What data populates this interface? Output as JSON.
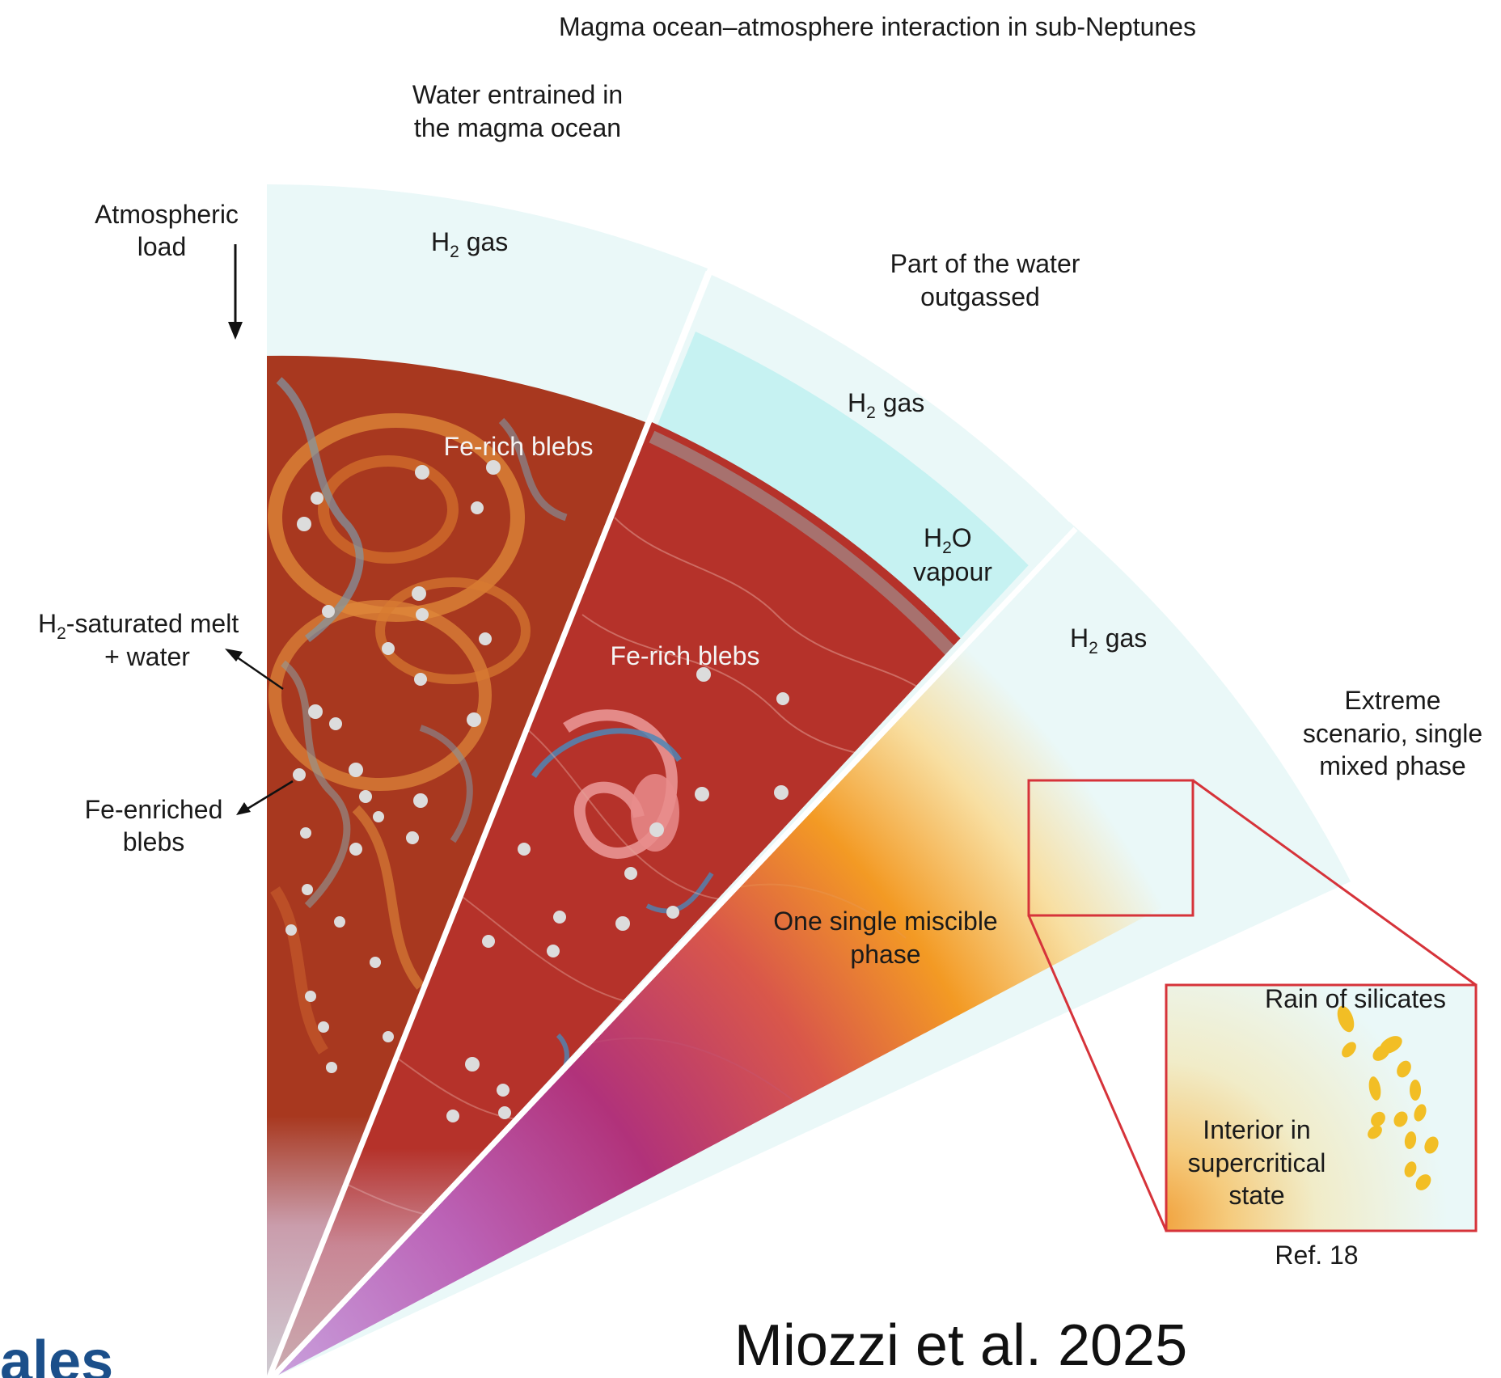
{
  "title": "Magma ocean–atmosphere interaction in sub-Neptunes",
  "labels": {
    "water_entrained_line1": "Water entrained in",
    "water_entrained_line2": "the magma ocean",
    "atmospheric_load_line1": "Atmospheric",
    "atmospheric_load_line2": "load",
    "h2_prefix": "H",
    "h2_sub": "2",
    "h2_gas_suffix": " gas",
    "h2o_prefix": "H",
    "h2o_sub": "2",
    "h2o_suffix": "O",
    "vapour": "vapour",
    "part_water_line1": "Part of the water",
    "part_water_line2": "outgassed",
    "fe_rich_blebs": "Fe-rich blebs",
    "h2_saturated_suffix": "-saturated melt",
    "plus_water": "+ water",
    "fe_enriched_line1": "Fe-enriched",
    "fe_enriched_line2": "blebs",
    "extreme_line1": "Extreme",
    "extreme_line2": "scenario, single",
    "extreme_line3": "mixed phase",
    "one_single_line1": "One single miscible",
    "one_single_line2": "phase",
    "rain_of_silicates": "Rain of silicates",
    "interior_line1": "Interior in",
    "interior_line2": "supercritical",
    "interior_line3": "state",
    "ref": "Ref. 18"
  },
  "citation": "Miozzi et al. 2025",
  "logo_fragment": "ales",
  "colors": {
    "gas": "#eaf8f8",
    "vapour": "#c6f2f2",
    "melt_left": "#a8381f",
    "melt_mid": "#b5322a",
    "blebs": "#dcdcdc",
    "zoom_box": "#d6333a",
    "silicate_rain": "#f2be25",
    "gradient_orange": "#f39a24",
    "gradient_magenta": "#b1327a",
    "gradient_violet": "#c48ad2"
  }
}
